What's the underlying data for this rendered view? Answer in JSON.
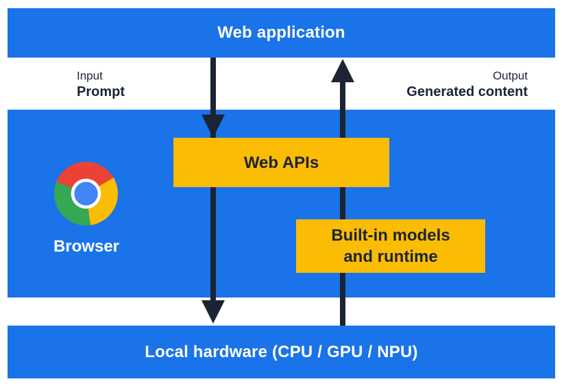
{
  "colors": {
    "blue": "#1a73e8",
    "yellow": "#fbbc04",
    "navy": "#1c2434",
    "white": "#ffffff",
    "chrome_red": "#ea4335",
    "chrome_green": "#34a853",
    "chrome_yellow": "#fbbc04",
    "chrome_blue": "#4285f4"
  },
  "top_bar": {
    "label": "Web application"
  },
  "io": {
    "input_caption": "Input",
    "input_value": "Prompt",
    "output_caption": "Output",
    "output_value": "Generated content"
  },
  "browser_band": {
    "browser_label": "Browser",
    "web_apis_label": "Web APIs",
    "builtin_label": "Built-in models\nand runtime"
  },
  "bottom_bar": {
    "label": "Local hardware (CPU / GPU / NPU)"
  },
  "icons": {
    "chrome_logo": "chrome-browser-logo"
  }
}
